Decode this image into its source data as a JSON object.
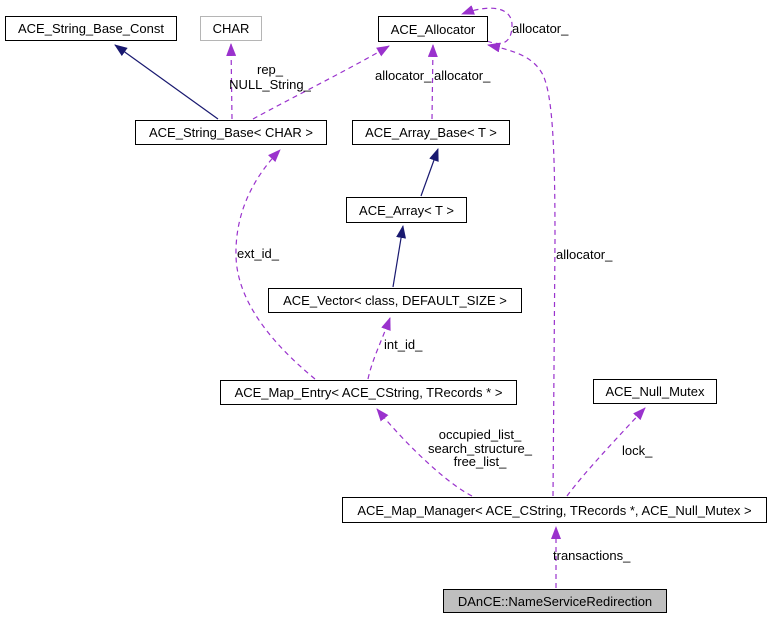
{
  "nodes": {
    "ace_string_base_const": {
      "label": "ACE_String_Base_Const"
    },
    "char": {
      "label": "CHAR"
    },
    "ace_allocator": {
      "label": "ACE_Allocator"
    },
    "ace_string_base": {
      "label": "ACE_String_Base< CHAR >"
    },
    "ace_array_base": {
      "label": "ACE_Array_Base< T >"
    },
    "ace_array": {
      "label": "ACE_Array< T >"
    },
    "ace_vector": {
      "label": "ACE_Vector< class, DEFAULT_SIZE >"
    },
    "ace_map_entry": {
      "label": "ACE_Map_Entry< ACE_CString, TRecords * >"
    },
    "ace_null_mutex": {
      "label": "ACE_Null_Mutex"
    },
    "ace_map_manager": {
      "label": "ACE_Map_Manager< ACE_CString, TRecords *, ACE_Null_Mutex >"
    },
    "dance_name_service_redirection": {
      "label": "DAnCE::NameServiceRedirection"
    }
  },
  "edge_labels": {
    "rep_null_string": [
      "rep_",
      "NULL_String_"
    ],
    "allocator_from_string_base": "allocator_",
    "allocator_from_array_base": "allocator_",
    "allocator_self": "allocator_",
    "allocator_from_map_manager": "allocator_",
    "ext_id": "ext_id_",
    "int_id": "int_id_",
    "map_manager_lists": [
      "occupied_list_",
      "search_structure_",
      "free_list_"
    ],
    "lock": "lock_",
    "transactions": "transactions_"
  },
  "edges": [
    {
      "from": "ace_string_base",
      "to": "ace_string_base_const",
      "kind": "inheritance",
      "label": ""
    },
    {
      "from": "ace_array",
      "to": "ace_array_base",
      "kind": "inheritance",
      "label": ""
    },
    {
      "from": "ace_vector",
      "to": "ace_array",
      "kind": "inheritance",
      "label": ""
    },
    {
      "from": "ace_string_base",
      "to": "char",
      "kind": "usage",
      "label": "rep_ NULL_String_"
    },
    {
      "from": "ace_string_base",
      "to": "ace_allocator",
      "kind": "usage",
      "label": "allocator_"
    },
    {
      "from": "ace_array_base",
      "to": "ace_allocator",
      "kind": "usage",
      "label": "allocator_"
    },
    {
      "from": "ace_allocator",
      "to": "ace_allocator",
      "kind": "usage",
      "label": "allocator_"
    },
    {
      "from": "ace_map_manager",
      "to": "ace_allocator",
      "kind": "usage",
      "label": "allocator_"
    },
    {
      "from": "ace_map_entry",
      "to": "ace_string_base",
      "kind": "usage",
      "label": "ext_id_"
    },
    {
      "from": "ace_map_entry",
      "to": "ace_vector",
      "kind": "usage",
      "label": "int_id_"
    },
    {
      "from": "ace_map_manager",
      "to": "ace_map_entry",
      "kind": "usage",
      "label": "occupied_list_ search_structure_ free_list_"
    },
    {
      "from": "ace_map_manager",
      "to": "ace_null_mutex",
      "kind": "usage",
      "label": "lock_"
    },
    {
      "from": "dance_name_service_redirection",
      "to": "ace_map_manager",
      "kind": "usage",
      "label": "transactions_"
    }
  ],
  "colors": {
    "usage_edge": "#9a32cd",
    "inheritance_edge": "#191970",
    "node_border": "#000000",
    "undocumented_node_border": "#b5b5b5",
    "node_fill": "#ffffff",
    "current_node_fill": "#bfbfbf",
    "text": "#000000",
    "background": "#ffffff"
  }
}
